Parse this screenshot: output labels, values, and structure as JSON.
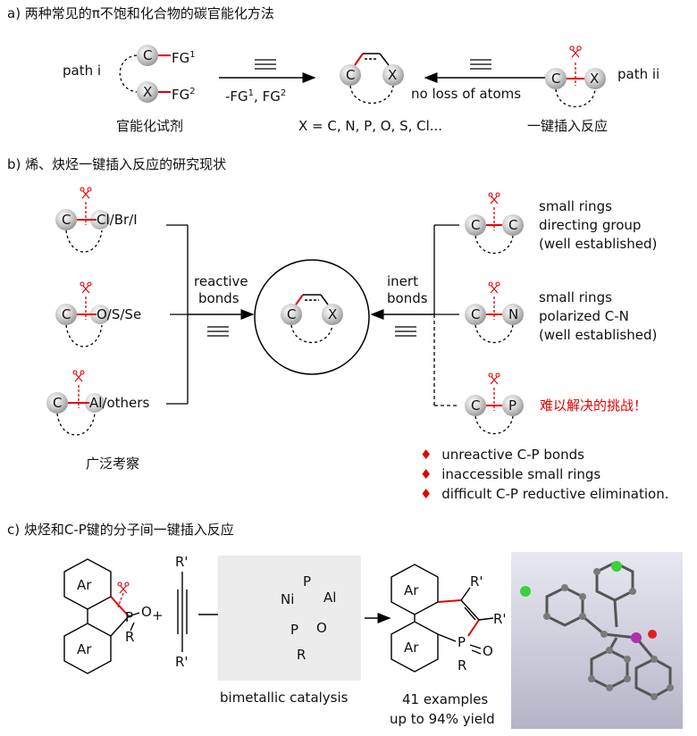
{
  "colors": {
    "bond_highlight": "#e00000",
    "text_highlight": "#e00000",
    "atom_sphere": "#c8c8c8",
    "catalysis_box": "#ececec"
  },
  "section_a": {
    "title": "a) 两种常见的π不饱和化合物的碳官能化方法",
    "path_i": "path i",
    "path_ii": "path ii",
    "fg1_atom": "C",
    "fg1_label": "FG",
    "fg1_sup": "1",
    "fg2_atom": "X",
    "fg2_label": "FG",
    "fg2_sup": "2",
    "reagent_caption": "官能化试剂",
    "arrow_left_below_a": "-FG",
    "arrow_left_sup1": "1",
    "arrow_left_below_b": ", FG",
    "arrow_left_sup2": "2",
    "product_atom_c": "C",
    "product_atom_x": "X",
    "x_list": "X = C, N, P, O, S, Cl...",
    "arrow_right_below": "no loss of atoms",
    "insert_atom_c": "C",
    "insert_atom_x": "X",
    "insert_caption": "一键插入反应"
  },
  "section_b": {
    "title": "b) 烯、炔烃一键插入反应的研究现状",
    "left_items": [
      {
        "atom": "C",
        "partner": "Cl/Br/I"
      },
      {
        "atom": "C",
        "partner": "O/S/Se"
      },
      {
        "atom": "C",
        "partner": "Al/others"
      }
    ],
    "left_caption": "广泛考察",
    "reactive_1": "reactive",
    "reactive_2": "bonds",
    "center_atom_c": "C",
    "center_atom_x": "X",
    "inert_1": "inert",
    "inert_2": "bonds",
    "right_items": [
      {
        "atom_c": "C",
        "atom_x": "C",
        "lines": [
          "small rings",
          "directing group",
          "(well established)"
        ]
      },
      {
        "atom_c": "C",
        "atom_x": "N",
        "lines": [
          "small rings",
          "polarized C-N",
          "(well established)"
        ]
      },
      {
        "atom_c": "C",
        "atom_x": "P",
        "lines": [
          "难以解决的挑战！"
        ]
      }
    ],
    "bullet_symbol": "♦",
    "bullets": [
      "unreactive C-P bonds",
      "inaccessible small rings",
      "difficult C-P reductive elimination."
    ]
  },
  "section_c": {
    "title": "c) 炔烃和C-P键的分子间一键插入反应",
    "sm_ar_top": "Ar",
    "sm_ar_bottom": "Ar",
    "sm_p": "P",
    "sm_o": "O",
    "sm_r": "R",
    "plus": "+",
    "alkyne_r_top": "R'",
    "alkyne_r_bottom": "R'",
    "cat_p_top": "P",
    "cat_ni": "Ni",
    "cat_al": "Al",
    "cat_p_bottom": "P",
    "cat_o": "O",
    "cat_r": "R",
    "cat_caption": "bimetallic catalysis",
    "prod_ar_top": "Ar",
    "prod_ar_bottom": "Ar",
    "prod_r1": "R'",
    "prod_r2": "R'",
    "prod_p": "P",
    "prod_o": "O",
    "prod_r": "R",
    "examples": "41 examples",
    "yield": "up to 94% yield"
  }
}
